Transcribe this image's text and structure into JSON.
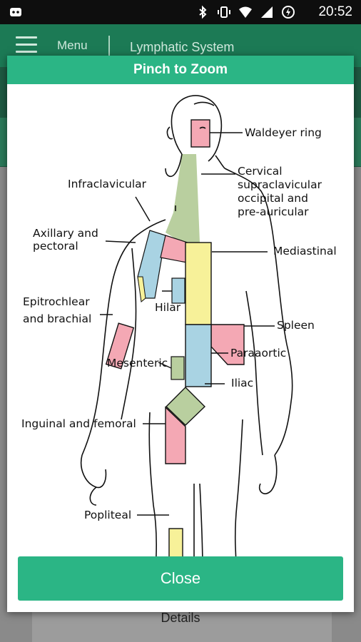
{
  "status_bar": {
    "time": "20:52",
    "icons": [
      "android-icon",
      "bluetooth-icon",
      "vibrate-icon",
      "wifi-icon",
      "signal-icon",
      "battery-charging-icon"
    ]
  },
  "app_bar": {
    "menu_label": "Menu",
    "title": "Lymphatic System"
  },
  "background": {
    "details_label": "Details"
  },
  "dialog": {
    "header": "Pinch to Zoom",
    "close_label": "Close",
    "labels": {
      "waldeyer": "Waldeyer ring",
      "cervical_1": "Cervical",
      "cervical_2": "supraclavicular",
      "cervical_3": "occipital and",
      "cervical_4": "pre-auricular",
      "infraclavicular": "Infraclavicular",
      "axillary_1": "Axillary and",
      "axillary_2": "pectoral",
      "mediastinal": "Mediastinal",
      "epitrochlear_1": "Epitrochlear",
      "epitrochlear_2": "and brachial",
      "hilar": "Hilar",
      "spleen": "Spleen",
      "paraaortic": "Paraaortic",
      "mesenteric": "Mesenteric",
      "iliac": "Iliac",
      "inguinal": "Inguinal and femoral",
      "popliteal": "Popliteal"
    },
    "colors": {
      "pink": "#f4a8b4",
      "green": "#b9cf9f",
      "blue": "#a9d3e3",
      "yellow": "#f7f199",
      "header": "#2bb585"
    }
  }
}
